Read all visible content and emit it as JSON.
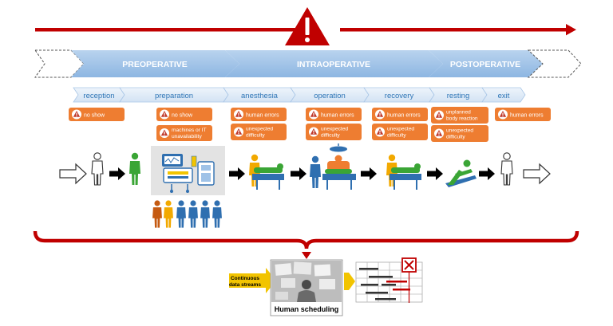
{
  "phases": [
    {
      "label": "PREOPERATIVE"
    },
    {
      "label": "INTRAOPERATIVE"
    },
    {
      "label": "POSTOPERATIVE"
    }
  ],
  "steps": [
    {
      "label": "reception"
    },
    {
      "label": "preparation"
    },
    {
      "label": "anesthesia"
    },
    {
      "label": "operation"
    },
    {
      "label": "recovery"
    },
    {
      "label": "resting"
    },
    {
      "label": "exit"
    }
  ],
  "risks": {
    "no_show": "no show",
    "machines_line1": "machines or IT",
    "machines_line2": "unavailability",
    "human_errors": "human errors",
    "unexpected_line1": "unexpected",
    "unexpected_line2": "difficulty",
    "unplanned_line1": "unplanned",
    "unplanned_line2": "body reaction"
  },
  "bottom": {
    "data_streams_line1": "Continuous",
    "data_streams_line2": "data streams",
    "scheduling_caption": "Human scheduling"
  },
  "colors": {
    "red": "#c00000",
    "phase_blue": "#9fc2e7",
    "step_blue": "#dde9f6",
    "risk_orange": "#ee7d31",
    "figure_green": "#3aa535",
    "figure_blue": "#2f6fb0",
    "gold": "#f2c400"
  },
  "icons": [
    "warning-triangle-icon",
    "arrow-right-icon",
    "person-outline-icon",
    "person-green-icon",
    "monitor-machine-icon",
    "staff-group-icon",
    "patient-bed-icon",
    "surgeon-icon",
    "recliner-icon",
    "x-mark-icon"
  ]
}
